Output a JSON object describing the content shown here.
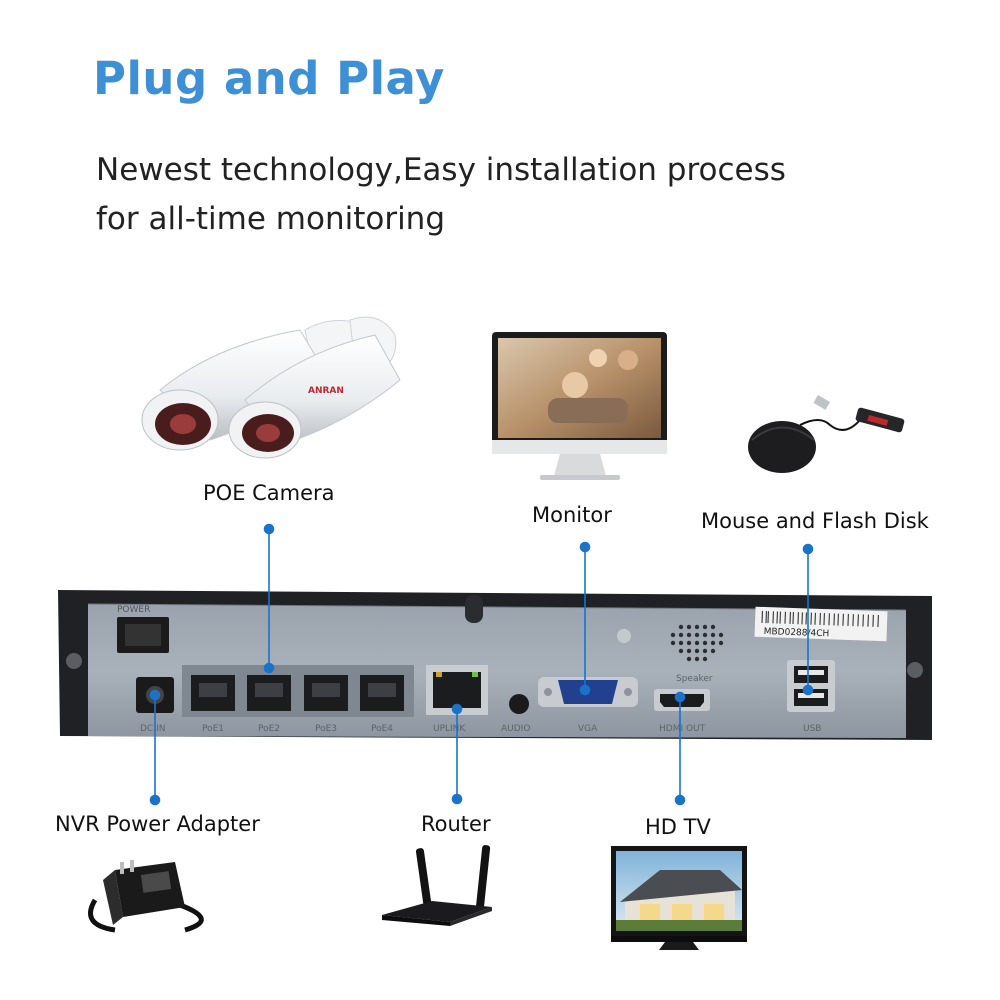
{
  "header": {
    "title": "Plug and Play",
    "subtitle_line1": "Newest technology,Easy installation process",
    "subtitle_line2": "for all-time monitoring"
  },
  "devices": {
    "poe_camera": "POE Camera",
    "monitor": "Monitor",
    "mouse_flash": "Mouse and Flash Disk",
    "power_adapter": "NVR Power Adapter",
    "router": "Router",
    "hdtv": "HD TV"
  },
  "nvr": {
    "power_label": "POWER",
    "dcin_label": "DC IN",
    "poe_ports": [
      "PoE1",
      "PoE2",
      "PoE3",
      "PoE4"
    ],
    "uplink_label": "UPLINK",
    "audio_label": "AUDIO",
    "vga_label": "VGA",
    "speaker_label": "Speaker",
    "hdmi_label": "HDMI OUT",
    "usb_label": "USB",
    "model_sticker": "MBD0288/4CH"
  },
  "camera_brand": "ANRAN",
  "colors": {
    "accent": "#3d8fd6",
    "connector": "#1a73c9"
  }
}
